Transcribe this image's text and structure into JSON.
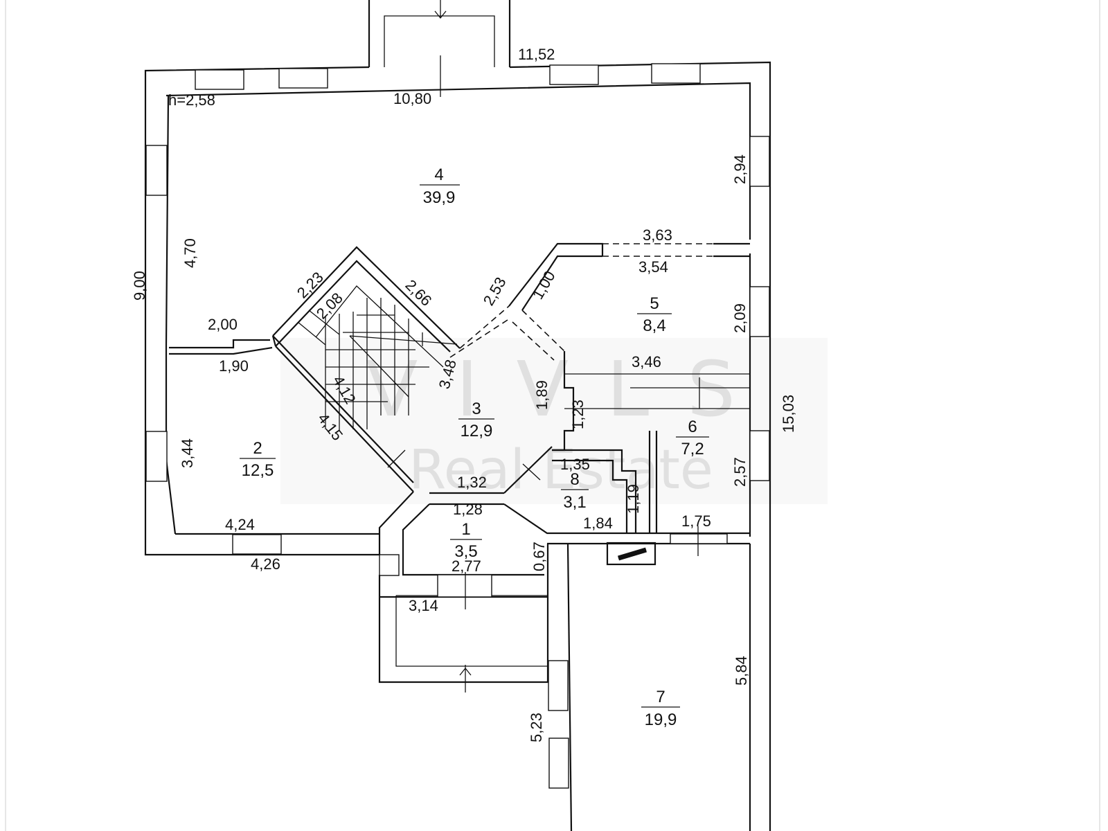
{
  "watermark": {
    "line1": "V I V L S",
    "line2": "Real Estate"
  },
  "height_label": "h=2,58",
  "rooms": [
    {
      "id": "1",
      "number": "1",
      "area": "3,5"
    },
    {
      "id": "2",
      "number": "2",
      "area": "12,5"
    },
    {
      "id": "3",
      "number": "3",
      "area": "12,9"
    },
    {
      "id": "4",
      "number": "4",
      "area": "39,9"
    },
    {
      "id": "5",
      "number": "5",
      "area": "8,4"
    },
    {
      "id": "6",
      "number": "6",
      "area": "7,2"
    },
    {
      "id": "7",
      "number": "7",
      "area": "19,9"
    },
    {
      "id": "8",
      "number": "8",
      "area": "3,1"
    }
  ],
  "dimensions": {
    "d_11_52": "11,52",
    "d_10_80": "10,80",
    "d_2_94": "2,94",
    "d_3_63": "3,63",
    "d_3_54": "3,54",
    "d_4_70": "4,70",
    "d_9_00": "9,00",
    "d_2_23": "2,23",
    "d_2_08": "2,08",
    "d_2_66": "2,66",
    "d_2_53": "2,53",
    "d_1_00": "1,00",
    "d_2_09": "2,09",
    "d_2_00": "2,00",
    "d_1_90": "1,90",
    "d_3_46": "3,46",
    "d_3_48": "3,48",
    "d_4_12": "4,12",
    "d_1_89": "1,89",
    "d_1_23": "1,23",
    "d_15_03": "15,03",
    "d_4_15": "4,15",
    "d_3_44": "3,44",
    "d_1_35": "1,35",
    "d_1_32": "1,32",
    "d_1_28": "1,28",
    "d_1_19": "1,19",
    "d_2_57": "2,57",
    "d_4_24": "4,24",
    "d_1_84": "1,84",
    "d_1_75": "1,75",
    "d_0_67": "0,67",
    "d_4_26": "4,26",
    "d_2_77": "2,77",
    "d_3_14": "3,14",
    "d_5_84": "5,84",
    "d_5_23": "5,23"
  }
}
